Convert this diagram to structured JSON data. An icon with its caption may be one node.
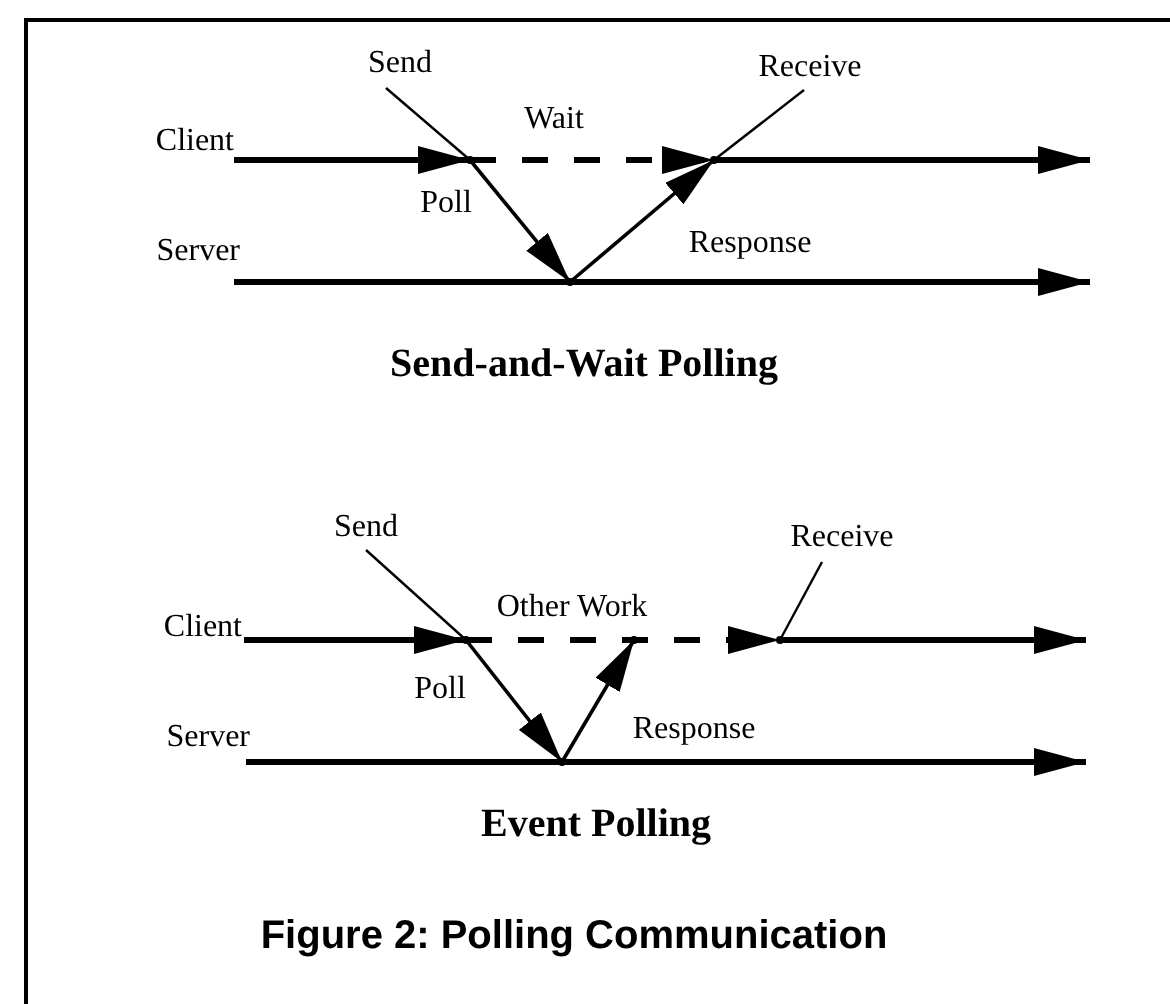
{
  "diagram": {
    "caption": "Figure 2: Polling Communication",
    "nodes": [
      {
        "text": [
          "Client"
        ]
      },
      {
        "text": [
          "Server"
        ]
      },
      {
        "text": [
          "Send"
        ]
      },
      {
        "text": [
          "Receive"
        ]
      },
      {
        "text": [],
        "shape": "dot"
      },
      {
        "text": [],
        "shape": "dot"
      },
      {
        "text": [],
        "shape": "dot"
      },
      {
        "text": [
          "Client"
        ]
      },
      {
        "text": [
          "Server"
        ]
      },
      {
        "text": [
          "Send"
        ]
      },
      {
        "text": [
          "Receive"
        ]
      },
      {
        "text": [],
        "shape": "dot"
      },
      {
        "text": [],
        "shape": "dot"
      },
      {
        "text": [],
        "shape": "dot"
      },
      {
        "text": [],
        "shape": "dot"
      }
    ],
    "edges": [
      {
        "from": 0,
        "to": 4,
        "arrow": "to"
      },
      {
        "from": 4,
        "to": 6,
        "arrow": "to",
        "style": "dashed",
        "label": "Wait"
      },
      {
        "from": 6,
        "to": null,
        "arrow": "to"
      },
      {
        "from": 1,
        "to": 5,
        "arrow": "none"
      },
      {
        "from": 5,
        "to": null,
        "arrow": "to"
      },
      {
        "from": 4,
        "to": 5,
        "arrow": "to",
        "label": "Poll"
      },
      {
        "from": 5,
        "to": 6,
        "arrow": "to",
        "label": "Response"
      },
      {
        "from": 2,
        "to": 4,
        "arrow": "none"
      },
      {
        "from": 3,
        "to": 6,
        "arrow": "none"
      },
      {
        "from": 7,
        "to": 11,
        "arrow": "to"
      },
      {
        "from": 11,
        "to": 14,
        "arrow": "to",
        "style": "dashed",
        "label": "Other Work"
      },
      {
        "from": 14,
        "to": null,
        "arrow": "to"
      },
      {
        "from": 8,
        "to": 12,
        "arrow": "none"
      },
      {
        "from": 12,
        "to": null,
        "arrow": "to"
      },
      {
        "from": 11,
        "to": 12,
        "arrow": "to",
        "label": "Poll"
      },
      {
        "from": 12,
        "to": 13,
        "arrow": "to",
        "label": "Response"
      },
      {
        "from": 9,
        "to": 11,
        "arrow": "none"
      },
      {
        "from": 10,
        "to": 14,
        "arrow": "none"
      }
    ],
    "labels": [
      "Send-and-Wait Polling",
      "Event Polling"
    ]
  }
}
